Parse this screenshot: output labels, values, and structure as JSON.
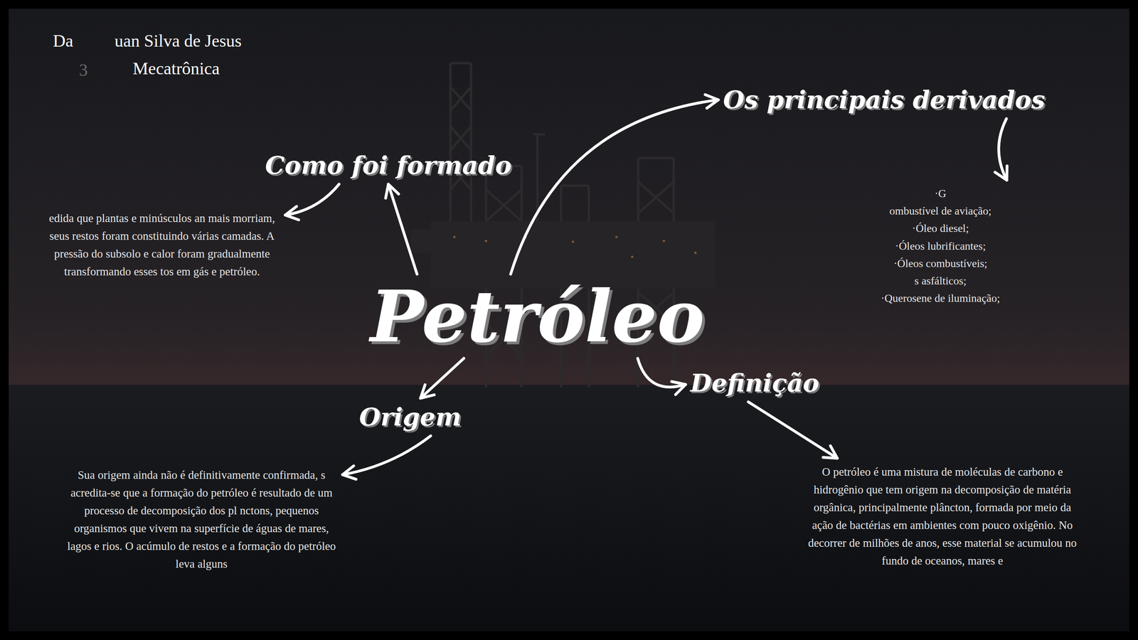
{
  "diagram": {
    "nodes": [
      {
        "text": [
          "Petróleo"
        ]
      },
      {
        "text": [
          "Como foi formado"
        ]
      },
      {
        "text": [
          "edida que plantas e minúsculos an mais morriam, seus restos foram constituindo várias camadas. A pressão do subsolo e calor foram gradualmente transformando esses tos em gás e petróleo."
        ]
      },
      {
        "text": [
          "Os principais derivados"
        ]
      },
      {
        "text": [
          "·G",
          "ombustível de aviação;",
          "·Óleo diesel;",
          "·Óleos lubrificantes;",
          "·Óleos combustíveis;",
          "s asfálticos;",
          "·Querosene de iluminação;"
        ]
      },
      {
        "text": [
          "Origem"
        ]
      },
      {
        "text": [
          "Sua origem ainda não é definitivamente confirmada, s acredita-se que a formação do petróleo é resultado de um processo de decomposição dos pl nctons, pequenos organismos que vivem na superfície de águas de mares, lagos e rios. O acúmulo de restos e a formação do petróleo leva alguns"
        ]
      },
      {
        "text": [
          "Definição"
        ]
      },
      {
        "text": [
          "O petróleo é uma mistura de moléculas de carbono e hidrogênio que tem origem na decomposição de matéria orgânica, principalmente plâncton, formada por meio da ação de bactérias em ambientes com pouco oxigênio. No decorrer de milhões de anos, esse material se acumulou no fundo de oceanos, mares e"
        ]
      }
    ],
    "edges": [
      {
        "from": 0,
        "to": 1,
        "arrow": "to"
      },
      {
        "from": 1,
        "to": 2,
        "arrow": "to"
      },
      {
        "from": 0,
        "to": 3,
        "arrow": "to"
      },
      {
        "from": 3,
        "to": 4,
        "arrow": "to"
      },
      {
        "from": 0,
        "to": 5,
        "arrow": "to"
      },
      {
        "from": 5,
        "to": 6,
        "arrow": "to"
      },
      {
        "from": 0,
        "to": 7,
        "arrow": "to"
      },
      {
        "from": 7,
        "to": 8,
        "arrow": "to"
      }
    ],
    "labels": [
      "Da",
      "uan Silva de Jesus",
      "3",
      "Mecatrônica"
    ]
  }
}
